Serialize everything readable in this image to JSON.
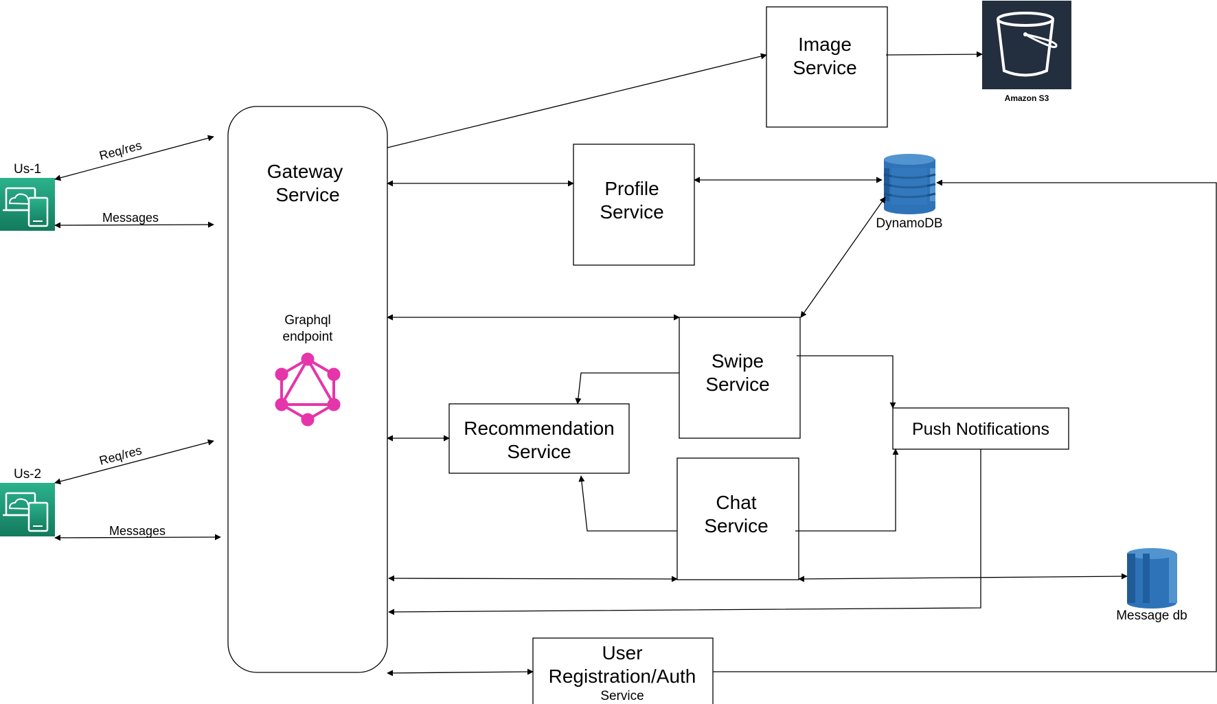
{
  "clients": [
    {
      "label": "Us-1",
      "req_label": "Req/res",
      "msg_label": "Messages"
    },
    {
      "label": "Us-2",
      "req_label": "Req/res",
      "msg_label": "Messages"
    }
  ],
  "gateway": {
    "line1": "Gateway",
    "line2": "Service",
    "graphql_line1": "Graphql",
    "graphql_line2": "endpoint"
  },
  "services": {
    "image": {
      "line1": "Image",
      "line2": "Service"
    },
    "profile": {
      "line1": "Profile",
      "line2": "Service"
    },
    "swipe": {
      "line1": "Swipe",
      "line2": "Service"
    },
    "recommendation": {
      "line1": "Recommendation",
      "line2": "Service"
    },
    "chat": {
      "line1": "Chat",
      "line2": "Service"
    },
    "push": {
      "label": "Push Notifications"
    },
    "auth": {
      "line1": "User",
      "line2": "Registration/Auth",
      "line3": "Service"
    }
  },
  "stores": {
    "s3": {
      "label": "Amazon S3"
    },
    "dynamo": {
      "label": "DynamoDB"
    },
    "message_db": {
      "label": "Message db"
    }
  },
  "colors": {
    "client_icon": "#1f8a70",
    "s3_bg": "#232f3e",
    "dynamo_blue": "#2e73b8",
    "graphql_pink": "#e535ab",
    "line": "#000000"
  }
}
